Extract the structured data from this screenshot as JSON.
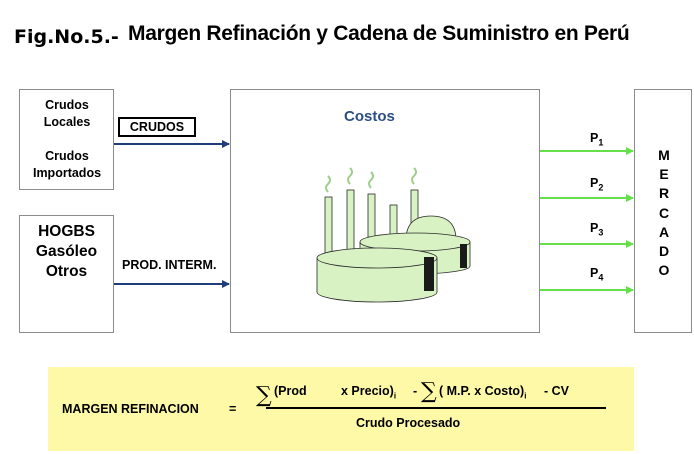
{
  "header": {
    "fig_label": "Fig.No.5.-",
    "title": "Margen Refinación y Cadena de Suministro en Perú"
  },
  "inputs": {
    "crudos_locales": "Crudos Locales",
    "crudos_importados": "Crudos Importados",
    "crudos_label": "CRUDOS",
    "hogbs": "HOGBS",
    "gasoleo": "Gasóleo",
    "otros": "Otros",
    "prod_interm": "PROD. INTERM."
  },
  "refinery": {
    "costos": "Costos"
  },
  "outputs": {
    "prices": [
      {
        "p": "P",
        "sub": "1"
      },
      {
        "p": "P",
        "sub": "2"
      },
      {
        "p": "P",
        "sub": "3"
      },
      {
        "p": "P",
        "sub": "4"
      }
    ],
    "mercado": [
      "M",
      "E",
      "R",
      "C",
      "A",
      "D",
      "O"
    ]
  },
  "formula": {
    "label": "MARGEN  REFINACION",
    "equals": "=",
    "sigma": "∑",
    "term1": "(Prod",
    "term1_b": "x  Precio)",
    "sub_i": "i",
    "minus": "-",
    "term2": "( M.P. x Costo)",
    "minus_cv": "- CV",
    "denominator": "Crudo Procesado"
  },
  "colors": {
    "arrow_blue": "#1f3d7a",
    "arrow_green": "#66e04a",
    "costos_text": "#2b4f86",
    "refinery_fill": "#d8f2c4",
    "formula_bg": "#fdf9a6"
  }
}
